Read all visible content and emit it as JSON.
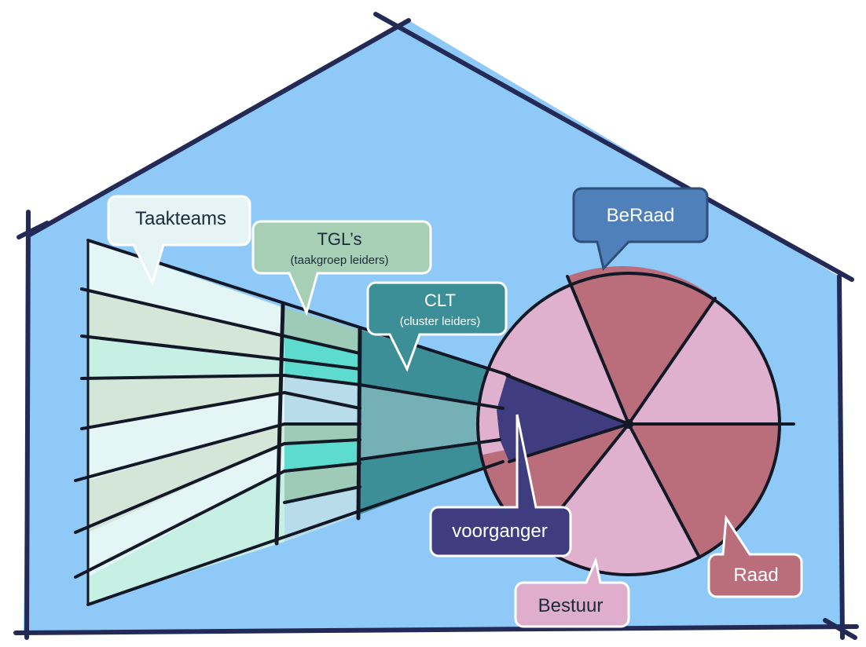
{
  "labels": {
    "taakteams": "Taakteams",
    "tgls_title": "TGL’s",
    "tgls_subtitle": "(taakgroep leiders)",
    "clt_title": "CLT",
    "clt_subtitle": "(cluster leiders)",
    "beraad": "BeRaad",
    "voorganger": "voorganger",
    "bestuur": "Bestuur",
    "raad": "Raad"
  },
  "colors": {
    "house_fill": "#8ec9f7",
    "house_outline": "#222a55",
    "taakteams_light": "#e3f5f5",
    "taakteams_mid": "#d4e6d8",
    "taakteams_mint": "#c6f0e4",
    "tgl_band": "#9dcbb8",
    "tgl_teal": "#5ddbcf",
    "tgl_pale": "#b9dcea",
    "clt_band": "#3c8f97",
    "clt_mid": "#74b0b6",
    "circle_pink": "#e0b1cf",
    "circle_rose": "#ba6e7c",
    "voorganger": "#3f3c80",
    "beraad_box": "#4f80ba",
    "tgls_box": "#a7cfb6",
    "taakteams_box": "#e6f4f6",
    "clt_box": "#3c8f97",
    "bestuur_box": "#dfaecd",
    "raad_box": "#ba6e7c"
  }
}
